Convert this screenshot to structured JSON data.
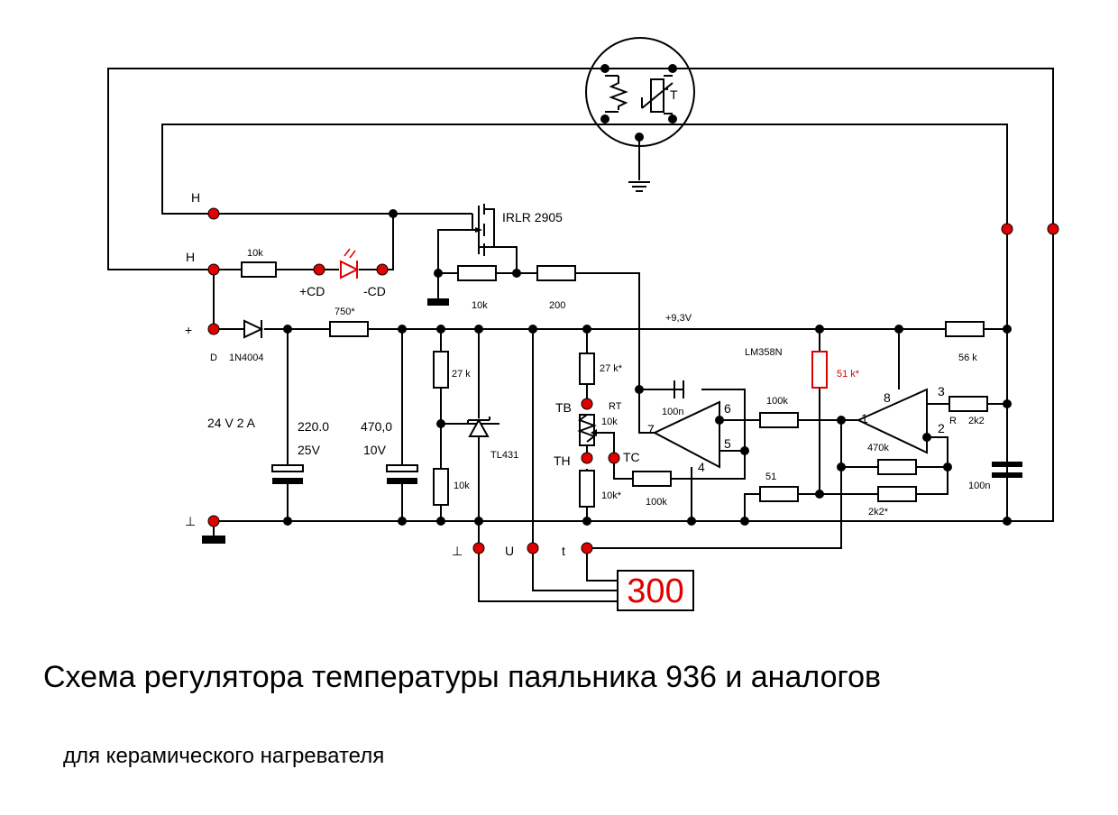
{
  "title": "Схема регулятора температуры паяльника 936 и аналогов",
  "subtitle": "для керамического нагревателя",
  "display": {
    "value": "300"
  },
  "colors": {
    "wire": "#000000",
    "terminal": "#e00000",
    "highlight": "#d00000"
  },
  "labels": {
    "mosfet": "IRLR 2905",
    "h_top": "H",
    "h_mid": "H",
    "r_led": "10k",
    "cd_plus": "+CD",
    "cd_minus": "-CD",
    "r_gate": "10k",
    "r_200": "200",
    "v_supply": "+9,3V",
    "plus": "+",
    "diode_d": "D",
    "diode_part": "1N4004",
    "r_750": "750*",
    "input_voltage": "24 V 2 A",
    "c1_value": "220.0",
    "c1_voltage": "25V",
    "c2_value": "470,0",
    "c2_voltage": "10V",
    "r_27k": "27 k",
    "r_10k_low": "10k",
    "tl431": "TL431",
    "r_27k_star": "27 k*",
    "tb": "TB",
    "rt": "RT",
    "rt_value": "10k",
    "th": "TH",
    "tc": "TC",
    "r_10k_star": "10k*",
    "r_100k_tc": "100k",
    "c_100n_fb": "100n",
    "pin7": "7",
    "pin6": "6",
    "pin5": "5",
    "pin4": "4",
    "r_100k": "100k",
    "lm358": "LM358N",
    "r_51k_star": "51 k*",
    "pin8": "8",
    "pin1": "1",
    "pin3": "3",
    "pin2": "2",
    "r_470k": "470k",
    "r_51": "51",
    "r_2k2_star": "2k2*",
    "r_56k": "56 k",
    "r_label": "R",
    "r_2k2": "2k2",
    "c_100n": "100n",
    "gnd": "⊥",
    "gnd_out": "⊥",
    "u_out": "U",
    "t_out": "t",
    "heater_t": "T"
  }
}
